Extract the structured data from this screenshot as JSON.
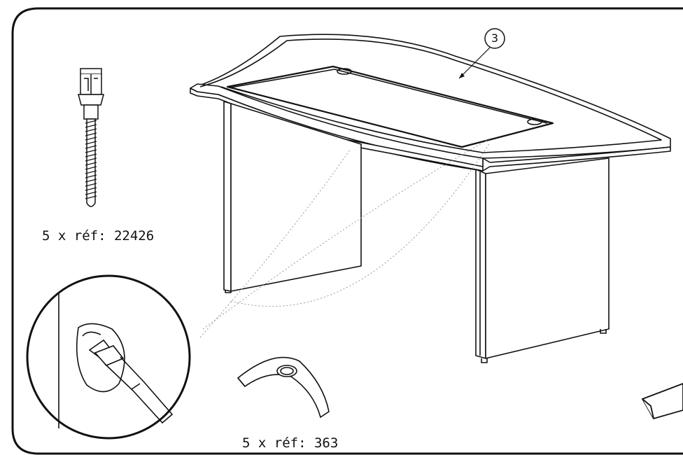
{
  "instruction_sheet": {
    "part_callout": "3",
    "screw_label": "5 x réf: 22426",
    "cover_label": "5 x réf: 363"
  },
  "colors": {
    "line": "#111111",
    "background": "#ffffff",
    "dotted": "#999999"
  },
  "icons": [
    "assembly-screw-icon",
    "screw-cover-cap-icon",
    "screwdriver-detail-icon",
    "desk-assembly-icon",
    "next-step-arrow-icon"
  ]
}
